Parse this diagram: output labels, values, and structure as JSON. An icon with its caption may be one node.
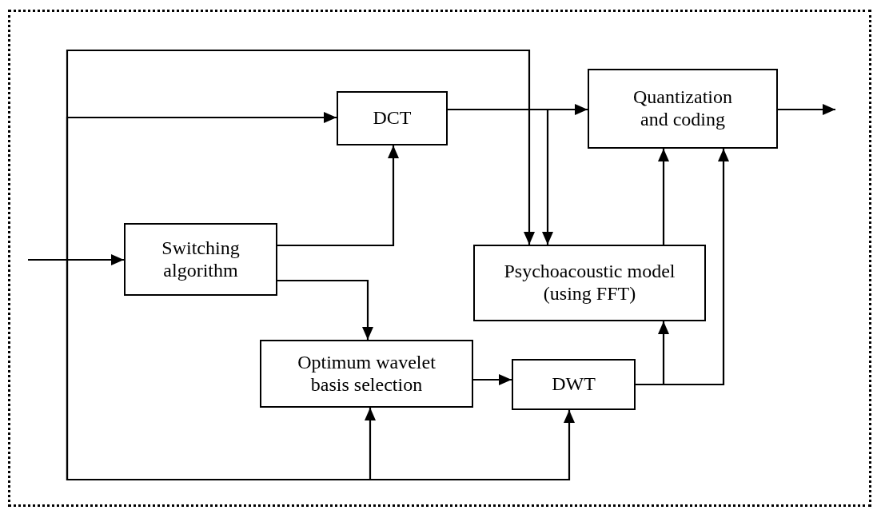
{
  "diagram": {
    "nodes": [
      {
        "text": [
          "DCT"
        ]
      },
      {
        "text": [
          "Quantization and coding"
        ]
      },
      {
        "text": [
          "Switching algorithm"
        ]
      },
      {
        "text": [
          "Psychoacoustic model (using FFT)"
        ]
      },
      {
        "text": [
          "Optimum wavelet basis selection"
        ]
      },
      {
        "text": [
          "DWT"
        ]
      }
    ],
    "edges": [
      {
        "from": null,
        "to": 2,
        "arrow": "to"
      },
      {
        "from": null,
        "to": 0,
        "arrow": "to"
      },
      {
        "from": null,
        "to": 3,
        "arrow": "to"
      },
      {
        "from": null,
        "to": 4,
        "arrow": "to"
      },
      {
        "from": null,
        "to": 5,
        "arrow": "to"
      },
      {
        "from": 2,
        "to": 0,
        "arrow": "to"
      },
      {
        "from": 2,
        "to": 4,
        "arrow": "to"
      },
      {
        "from": 0,
        "to": 1,
        "arrow": "to"
      },
      {
        "from": 0,
        "to": 3,
        "arrow": "to"
      },
      {
        "from": 4,
        "to": 5,
        "arrow": "to"
      },
      {
        "from": 5,
        "to": 3,
        "arrow": "to"
      },
      {
        "from": 5,
        "to": 1,
        "arrow": "to"
      },
      {
        "from": 3,
        "to": 1,
        "arrow": "to"
      },
      {
        "from": 1,
        "to": null,
        "arrow": "to"
      }
    ]
  }
}
